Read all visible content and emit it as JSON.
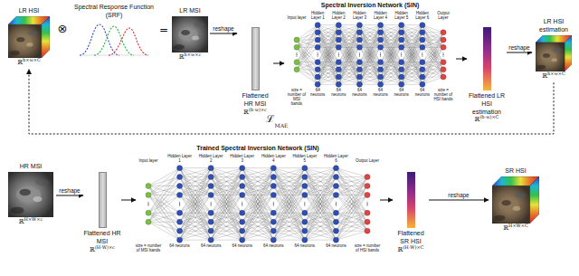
{
  "diagram": {
    "nodes": [
      {
        "text": [
          "LR HSI",
          "ℝ",
          "h×w×C"
        ]
      },
      {
        "text": [
          "Spectral Response Function (SRF)"
        ]
      },
      {
        "text": [
          "LR MSI",
          "ℝ",
          "h×w×c"
        ]
      },
      {
        "text": [
          "Flattened HR MSI",
          "ℝ",
          "(h·w)×c"
        ]
      },
      {
        "text": [
          "Spectral Inversion Network (SIN)"
        ]
      },
      {
        "text": [
          "Flattened LR HSI estimation",
          "ℝ",
          "(h·w)×C"
        ]
      },
      {
        "text": [
          "LR HSI estimation",
          "ℝ",
          "h×w×C"
        ]
      },
      {
        "text": [
          "HR MSI",
          "ℝ",
          "H×W×c"
        ]
      },
      {
        "text": [
          "Flattened HR MSI",
          "ℝ",
          "(H·W)×c"
        ]
      },
      {
        "text": [
          "Trained Spectral Inversion Network (SIN)"
        ]
      },
      {
        "text": [
          "Flattened SR HSI",
          "ℝ",
          "(H·W)×C"
        ]
      },
      {
        "text": [
          "SR HSI",
          "ℝ",
          "H×W×C"
        ]
      }
    ],
    "edges": [
      {
        "from": 2,
        "to": 3,
        "label": "reshape",
        "arrow": "to"
      },
      {
        "from": 3,
        "to": 4,
        "arrow": "to"
      },
      {
        "from": 4,
        "to": 5,
        "arrow": "to"
      },
      {
        "from": 5,
        "to": 6,
        "label": "reshape",
        "arrow": "to"
      },
      {
        "from": 6,
        "to": 0,
        "arrow": "to"
      },
      {
        "from": 7,
        "to": 8,
        "label": "reshape",
        "arrow": "to"
      },
      {
        "from": 8,
        "to": 9,
        "arrow": "to"
      },
      {
        "from": 9,
        "to": 10,
        "arrow": "to"
      },
      {
        "from": 10,
        "to": 11,
        "label": "reshape",
        "arrow": "to"
      }
    ],
    "labels": [
      "⊗",
      "=",
      "ℒ",
      "MAE",
      "Input layer",
      "size = number of MSI bands",
      "Hidden Layer 1",
      "64 neurons",
      "Hidden Layer 2",
      "64 neurons",
      "Hidden Layer 3",
      "64 neurons",
      "Hidden Layer 4",
      "64 neurons",
      "Hidden Layer 5",
      "64 neurons",
      "Hidden Layer 6",
      "64 neurons",
      "Output Layer",
      "size = number of HSI bands",
      "Input layer",
      "size = number of MSI bands",
      "Hidden Layer 1",
      "64 neurons",
      "Hidden Layer 2",
      "64 neurons",
      "Hidden Layer 3",
      "64 neurons",
      "Hidden Layer 4",
      "64 neurons",
      "Hidden Layer 5",
      "64 neurons",
      "Hidden Layer 6",
      "64 neurons",
      "Output Layer",
      "size = number of HSI bands"
    ]
  }
}
